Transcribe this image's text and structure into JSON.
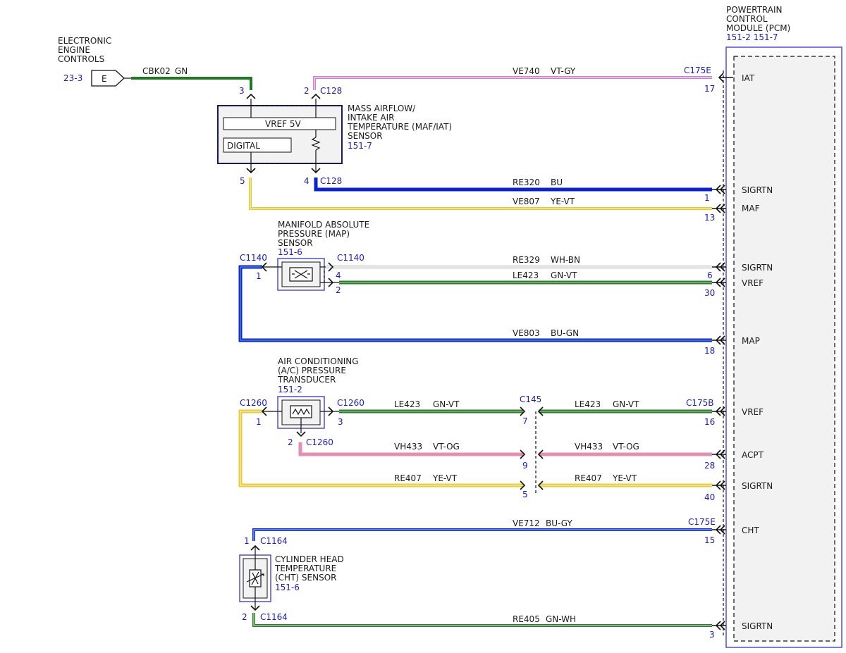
{
  "pcm": {
    "title_lines": [
      "POWERTRAIN",
      "CONTROL",
      "MODULE (PCM)"
    ],
    "refs": "151-2  151-7",
    "pins": [
      {
        "label": "IAT",
        "pin": "17",
        "connector": "C175E"
      },
      {
        "label": "SIGRTN",
        "pin": "1",
        "connector": ""
      },
      {
        "label": "MAF",
        "pin": "13",
        "connector": ""
      },
      {
        "label": "SIGRTN",
        "pin": "6",
        "connector": ""
      },
      {
        "label": "VREF",
        "pin": "30",
        "connector": ""
      },
      {
        "label": "MAP",
        "pin": "18",
        "connector": ""
      },
      {
        "label": "VREF",
        "pin": "16",
        "connector": "C175B"
      },
      {
        "label": "ACPT",
        "pin": "28",
        "connector": ""
      },
      {
        "label": "SIGRTN",
        "pin": "40",
        "connector": ""
      },
      {
        "label": "CHT",
        "pin": "15",
        "connector": "C175E"
      },
      {
        "label": "SIGRTN",
        "pin": "3",
        "connector": ""
      }
    ]
  },
  "eec": {
    "title_lines": [
      "ELECTRONIC",
      "ENGINE",
      "CONTROLS"
    ],
    "ref": "23-3",
    "box_label": "E"
  },
  "maf": {
    "title_lines": [
      "MASS AIRFLOW/",
      "INTAKE AIR",
      "TEMPERATURE (MAF/IAT)",
      "SENSOR"
    ],
    "ref": "151-7",
    "vref_label": "VREF 5V",
    "digital_label": "DIGITAL",
    "pins": {
      "p3": "3",
      "p2": "2",
      "p5": "5",
      "p4": "4"
    },
    "connector": "C128"
  },
  "map": {
    "title_lines": [
      "MANIFOLD ABSOLUTE",
      "PRESSURE (MAP)",
      "SENSOR"
    ],
    "ref": "151-6",
    "connector": "C1140",
    "pins": {
      "p1": "1",
      "p4": "4",
      "p2": "2"
    }
  },
  "acp": {
    "title_lines": [
      "AIR CONDITIONING",
      "(A/C) PRESSURE",
      "TRANSDUCER"
    ],
    "ref": "151-2",
    "connector": "C1260",
    "pins": {
      "p1": "1",
      "p3": "3",
      "p2": "2"
    }
  },
  "cht": {
    "title_lines": [
      "CYLINDER HEAD",
      "TEMPERATURE",
      "(CHT) SENSOR"
    ],
    "ref": "151-6",
    "connector": "C1164",
    "pins": {
      "p1": "1",
      "p2": "2"
    }
  },
  "splice": {
    "connector": "C145",
    "pins": {
      "p7": "7",
      "p9": "9",
      "p5": "5"
    }
  },
  "wires": [
    {
      "circuit": "CBK02",
      "color": "GN",
      "hex": "#1e7a1e"
    },
    {
      "circuit": "VE740",
      "color": "VT-GY",
      "hex": "#d27fd2"
    },
    {
      "circuit": "RE320",
      "color": "BU",
      "hex": "#0a1fd6"
    },
    {
      "circuit": "VE807",
      "color": "YE-VT",
      "hex": "#e6cc3a"
    },
    {
      "circuit": "RE329",
      "color": "WH-BN",
      "hex": "#cccccc"
    },
    {
      "circuit": "LE423",
      "color": "GN-VT",
      "hex": "#2e7a2e"
    },
    {
      "circuit": "VE803",
      "color": "BU-GN",
      "hex": "#0a2bc2"
    },
    {
      "circuit": "LE423",
      "color": "GN-VT",
      "hex": "#2e7a2e"
    },
    {
      "circuit": "LE423",
      "color": "GN-VT",
      "hex": "#2e7a2e"
    },
    {
      "circuit": "VH433",
      "color": "VT-OG",
      "hex": "#e68fb0"
    },
    {
      "circuit": "VH433",
      "color": "VT-OG",
      "hex": "#e68fb0"
    },
    {
      "circuit": "RE407",
      "color": "YE-VT",
      "hex": "#e6cc3a"
    },
    {
      "circuit": "RE407",
      "color": "YE-VT",
      "hex": "#e6cc3a"
    },
    {
      "circuit": "VE712",
      "color": "BU-GY",
      "hex": "#0a2bd0"
    },
    {
      "circuit": "RE405",
      "color": "GN-WH",
      "hex": "#2e7a2e"
    }
  ]
}
